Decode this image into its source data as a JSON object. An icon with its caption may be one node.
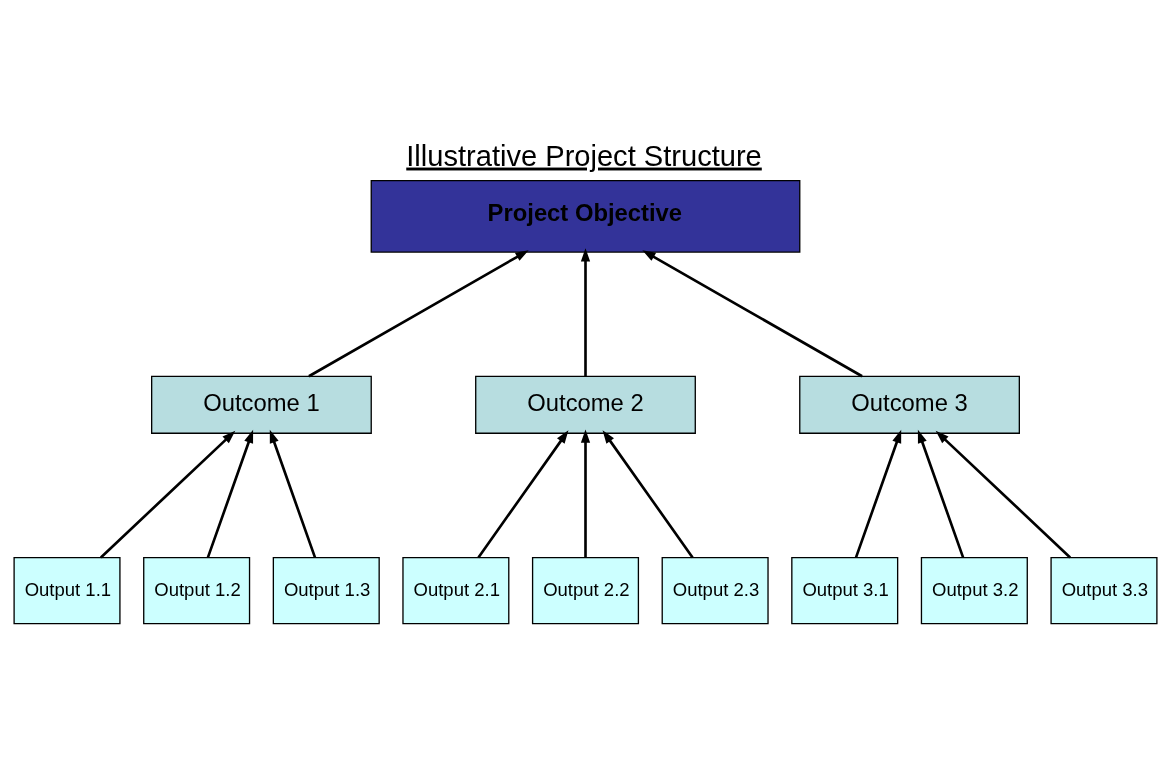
{
  "diagram": {
    "title": "Illustrative Project Structure",
    "nodes": [
      {
        "text": [
          "Project Objective"
        ]
      },
      {
        "text": [
          "Outcome 1"
        ]
      },
      {
        "text": [
          "Outcome 2"
        ]
      },
      {
        "text": [
          "Outcome 3"
        ]
      },
      {
        "text": [
          "Output 1.1"
        ]
      },
      {
        "text": [
          "Output 1.2"
        ]
      },
      {
        "text": [
          "Output 1.3"
        ]
      },
      {
        "text": [
          "Output 2.1"
        ]
      },
      {
        "text": [
          "Output 2.2"
        ]
      },
      {
        "text": [
          "Output 2.3"
        ]
      },
      {
        "text": [
          "Output 3.1"
        ]
      },
      {
        "text": [
          "Output 3.2"
        ]
      },
      {
        "text": [
          "Output 3.3"
        ]
      }
    ],
    "edges": [
      {
        "from": 1,
        "to": 0,
        "arrow": "to"
      },
      {
        "from": 2,
        "to": 0,
        "arrow": "to"
      },
      {
        "from": 3,
        "to": 0,
        "arrow": "to"
      },
      {
        "from": 4,
        "to": 1,
        "arrow": "to"
      },
      {
        "from": 5,
        "to": 1,
        "arrow": "to"
      },
      {
        "from": 6,
        "to": 1,
        "arrow": "to"
      },
      {
        "from": 7,
        "to": 2,
        "arrow": "to"
      },
      {
        "from": 8,
        "to": 2,
        "arrow": "to"
      },
      {
        "from": 9,
        "to": 2,
        "arrow": "to"
      },
      {
        "from": 10,
        "to": 3,
        "arrow": "to"
      },
      {
        "from": 11,
        "to": 3,
        "arrow": "to"
      },
      {
        "from": 12,
        "to": 3,
        "arrow": "to"
      }
    ]
  }
}
